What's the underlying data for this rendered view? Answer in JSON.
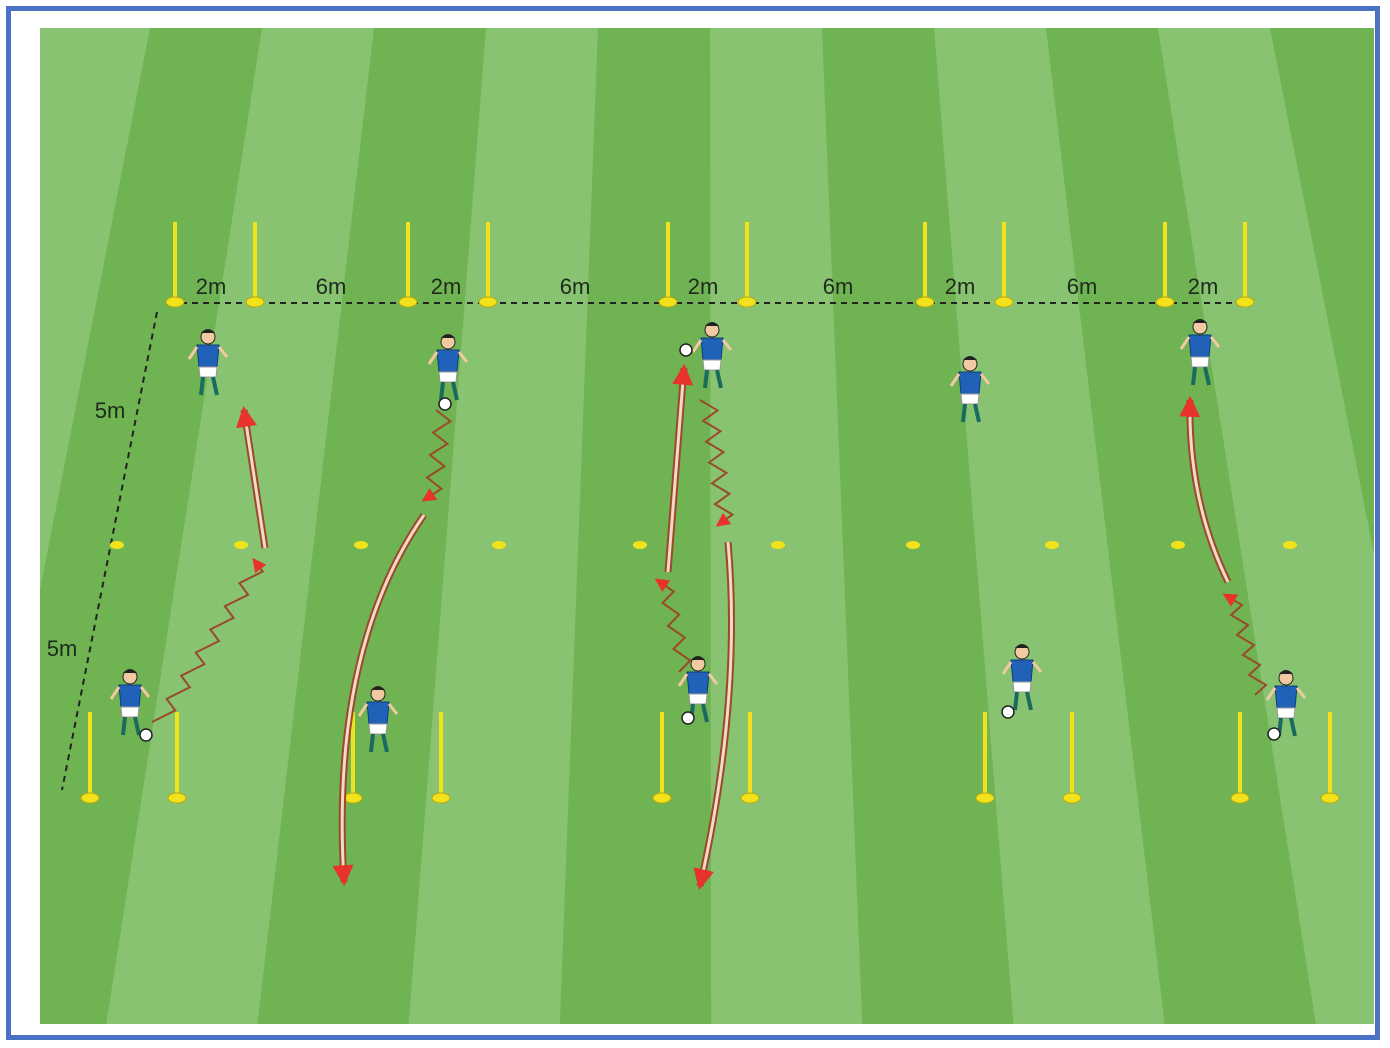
{
  "diagram": {
    "top_distance_labels": [
      "2m",
      "6m",
      "2m",
      "6m",
      "2m",
      "6m",
      "2m",
      "6m",
      "2m"
    ],
    "side_distance_labels": [
      "5m",
      "5m"
    ],
    "colors": {
      "pitch_dark": "#6fb352",
      "pitch_light": "#8cc576",
      "pole": "#f2e21c",
      "arrow": "#e8322c",
      "arrow_trail": "#9a4a2a",
      "jersey": "#1f62b8",
      "border": "#4a72c4"
    },
    "lanes": 5,
    "players_per_lane": 2
  }
}
